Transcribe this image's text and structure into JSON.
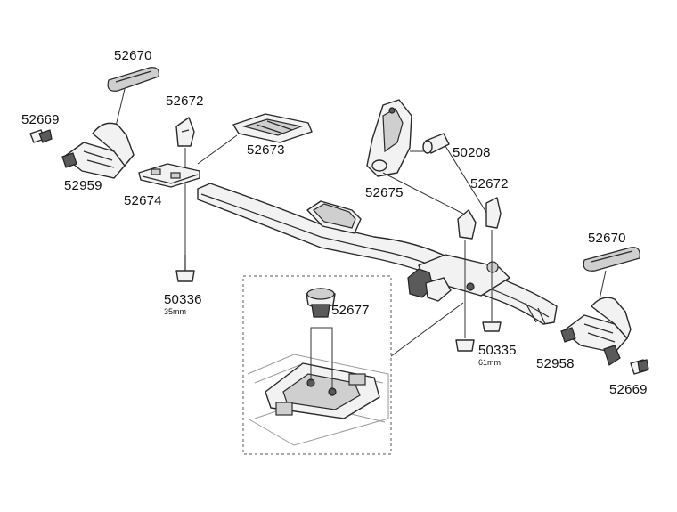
{
  "labels": {
    "p52670_a": "52670",
    "p52669_a": "52669",
    "p52959": "52959",
    "p52672_a": "52672",
    "p52673": "52673",
    "p52674": "52674",
    "p50336": "50336",
    "p50336_len": "35mm",
    "p52675": "52675",
    "p50208": "50208",
    "p52672_b": "52672",
    "p52677": "52677",
    "p52670_b": "52670",
    "p50335": "50335",
    "p50335_len": "61mm",
    "p52958": "52958",
    "p52669_b": "52669"
  }
}
